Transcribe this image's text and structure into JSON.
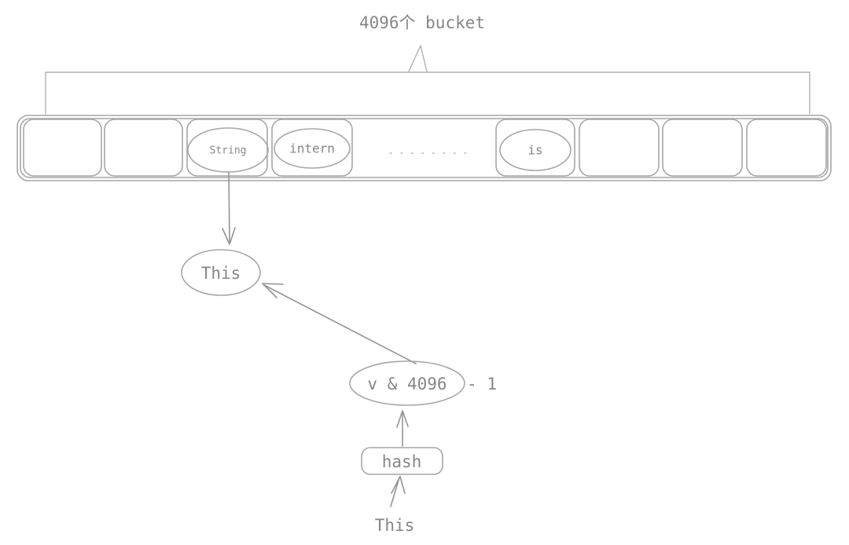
{
  "diagram": {
    "title": "4096个 bucket",
    "colors": {
      "stroke": "#a6a6a6",
      "stroke_dark": "#949494",
      "text": "#868686",
      "dots": "#c4c4c4",
      "background": "#ffffff"
    },
    "bucket_array": {
      "label": "bucket array",
      "cells": [
        {
          "index": 0,
          "content": "",
          "shape": "empty"
        },
        {
          "index": 1,
          "content": "",
          "shape": "empty"
        },
        {
          "index": 2,
          "content": "String",
          "shape": "ellipse"
        },
        {
          "index": 3,
          "content": "intern",
          "shape": "ellipse"
        },
        {
          "index": 4,
          "content": "",
          "shape": "ellipsis"
        },
        {
          "index": 5,
          "content": "is",
          "shape": "ellipse"
        },
        {
          "index": 6,
          "content": "",
          "shape": "empty"
        },
        {
          "index": 7,
          "content": "",
          "shape": "empty"
        },
        {
          "index": 8,
          "content": "",
          "shape": "empty"
        }
      ]
    },
    "nodes": {
      "this_entry": "This",
      "index_expr_inside": "v & 4096",
      "index_expr_outside": "- 1",
      "hash_box": "hash",
      "input_string": "This"
    },
    "edges": [
      {
        "from": "bucket-cell-string",
        "to": "this-entry-node",
        "style": "arrow"
      },
      {
        "from": "index-expression-node",
        "to": "this-entry-node",
        "style": "arrow"
      },
      {
        "from": "hash-box",
        "to": "index-expression-node",
        "style": "arrow"
      },
      {
        "from": "input-string-label",
        "to": "hash-box",
        "style": "arrow"
      }
    ]
  }
}
